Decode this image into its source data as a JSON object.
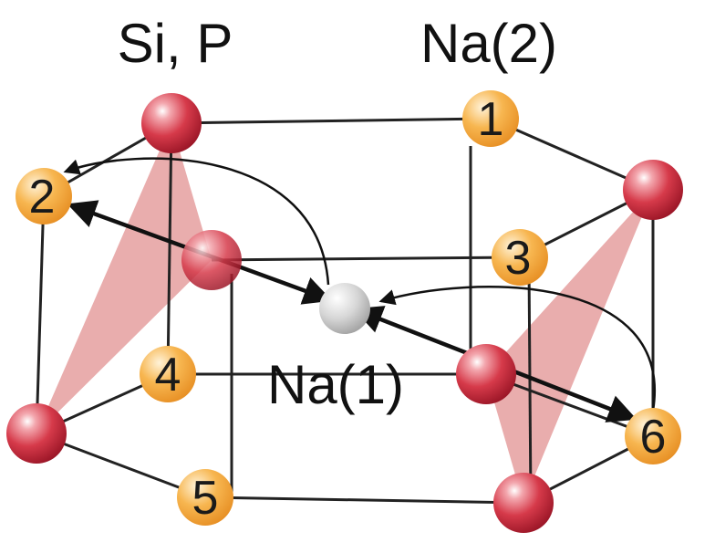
{
  "labels": {
    "si_p": "Si, P",
    "na2": "Na(2)",
    "na1": "Na(1)"
  },
  "na2_sites": {
    "s1": "1",
    "s2": "2",
    "s3": "3",
    "s4": "4",
    "s5": "5",
    "s6": "6"
  },
  "colors": {
    "si_p_atom": "#c8283a",
    "na2_atom": "#f4a640",
    "na1_atom": "#b9b9b9",
    "tetrahedron_face": "#e08a8a",
    "bond": "#222222",
    "path_arrow": "#111111"
  }
}
